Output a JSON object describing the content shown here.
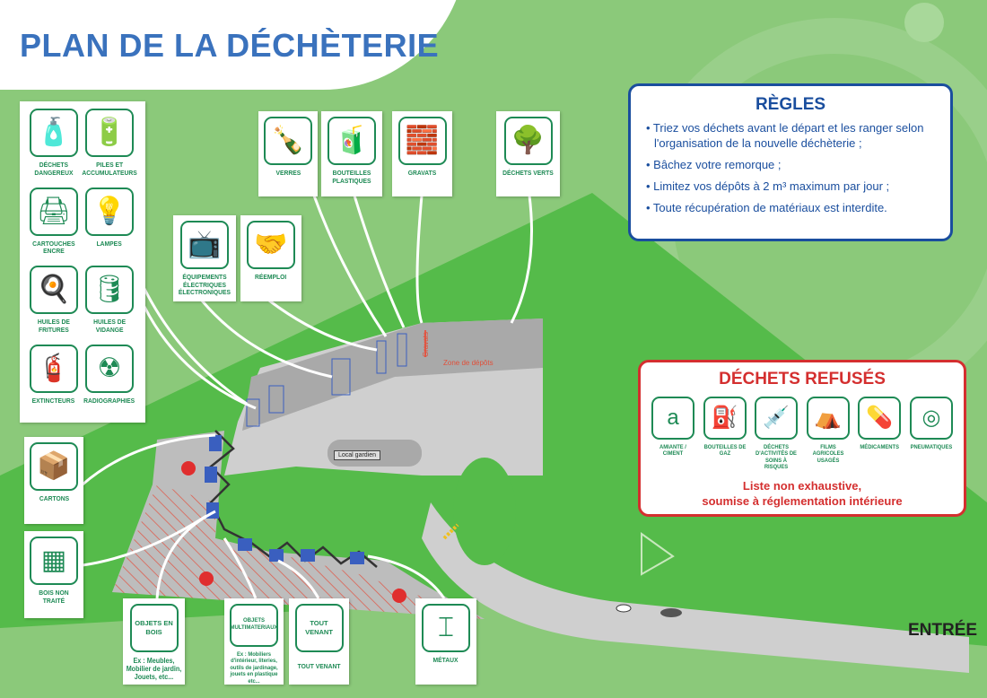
{
  "title": "PLAN DE LA DÉCHÈTERIE",
  "left_panel": [
    {
      "label": "DÉCHETS DANGEREUX",
      "icon": "spray-can-icon"
    },
    {
      "label": "PILES ET ACCUMULATEURS",
      "icon": "battery-icon"
    },
    {
      "label": "CARTOUCHES ENCRE",
      "icon": "ink-cartridge-icon"
    },
    {
      "label": "LAMPES",
      "icon": "lamp-icon"
    },
    {
      "label": "HUILES DE FRITURES",
      "icon": "frying-oil-icon"
    },
    {
      "label": "HUILES DE VIDANGE",
      "icon": "oil-can-icon"
    },
    {
      "label": "EXTINCTEURS",
      "icon": "extinguisher-icon"
    },
    {
      "label": "RADIOGRAPHIES",
      "icon": "xray-icon"
    }
  ],
  "cards": {
    "eee": "ÉQUIPEMENTS ÉLECTRIQUES ÉLECTRONIQUES",
    "reemploi": "RÉEMPLOI",
    "verres": "VERRES",
    "bouteilles": "BOUTEILLES PLASTIQUES",
    "gravats": "GRAVATS",
    "verts": "DÉCHETS VERTS",
    "cartons": "CARTONS",
    "bois": "BOIS NON TRAITÉ",
    "objets_bois": "OBJETS EN BOIS",
    "objets_bois_ex": "Ex : Meubles, Mobilier de jardin, Jouets, etc...",
    "multi": "OBJETS MULTIMATERIAUX",
    "multi_ex": "Ex : Mobiliers d'intérieur, literies, outils de jardinage, jouets en plastique etc...",
    "tout_venant_box": "TOUT VENANT",
    "tout_venant": "TOUT VENANT",
    "metaux": "MÉTAUX"
  },
  "rules": {
    "title": "RÈGLES",
    "items": [
      "• Triez vos déchets avant le départ et les ranger selon l'organisation de la nouvelle déchèterie ;",
      "• Bâchez votre remorque ;",
      "• Limitez vos dépôts à 2 m³ maximum par jour ;",
      "• Toute récupération de matériaux est interdite."
    ]
  },
  "refused": {
    "title": "DÉCHETS REFUSÉS",
    "items": [
      {
        "label": "AMIANTE / CIMENT",
        "icon": "asbestos-icon"
      },
      {
        "label": "BOUTEILLES DE GAZ",
        "icon": "gas-bottle-icon"
      },
      {
        "label": "DÉCHETS D'ACTIVITÉS DE SOINS À RISQUES",
        "icon": "syringe-icon"
      },
      {
        "label": "FILMS AGRICOLES USAGÉS",
        "icon": "agri-film-icon"
      },
      {
        "label": "MÉDICAMENTS",
        "icon": "pill-icon"
      },
      {
        "label": "PNEUMATIQUES",
        "icon": "tire-icon"
      }
    ],
    "note_1": "Liste non exhaustive,",
    "note_2": "soumise à réglementation intérieure"
  },
  "map": {
    "gravats": "Gravats",
    "zone": "Zone de dépôts",
    "local": "Local gardien",
    "entree": "ENTRÉE"
  }
}
